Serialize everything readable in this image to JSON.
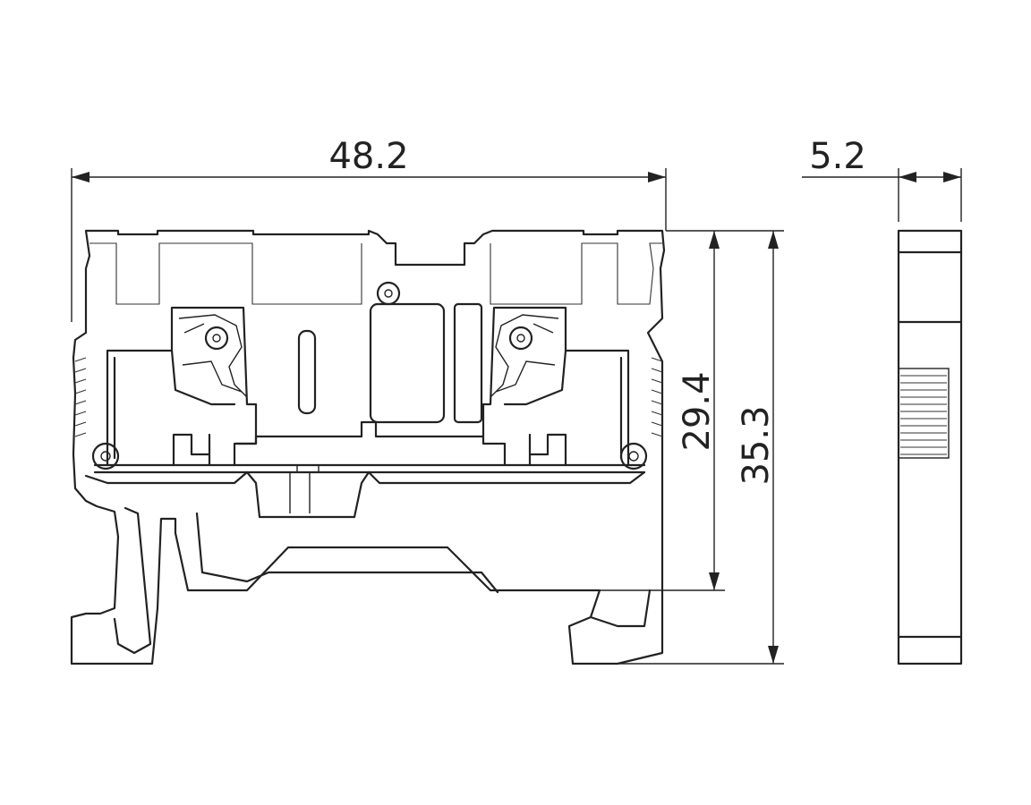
{
  "dimensions": {
    "width_overall": "48.2",
    "thickness": "5.2",
    "height_inner": "29.4",
    "height_overall": "35.3"
  },
  "colors": {
    "line": "#222222",
    "background": "#ffffff"
  }
}
